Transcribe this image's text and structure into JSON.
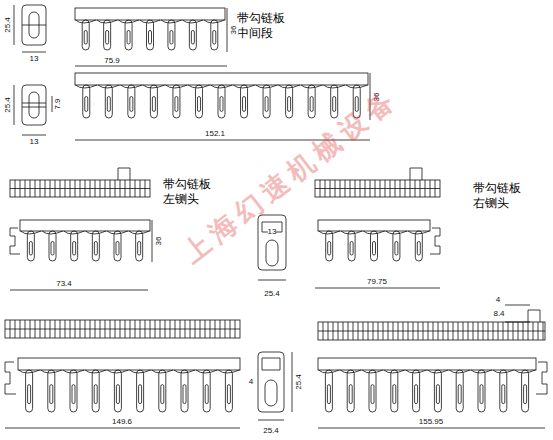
{
  "diagram": {
    "labels": [
      "带勾链板 中间段",
      "25.4",
      "13",
      "36",
      "75.9",
      "25.4",
      "7.9",
      "13",
      "36",
      "152.1",
      "带勾链板 左铡头",
      "36",
      "73.4",
      "13",
      "25.4",
      "带勾链板 右铡头",
      "79.75",
      "4",
      "25.4",
      "25.4",
      "149.6",
      "4",
      "8.4",
      "155.95",
      "上海幻速机械设备"
    ]
  }
}
